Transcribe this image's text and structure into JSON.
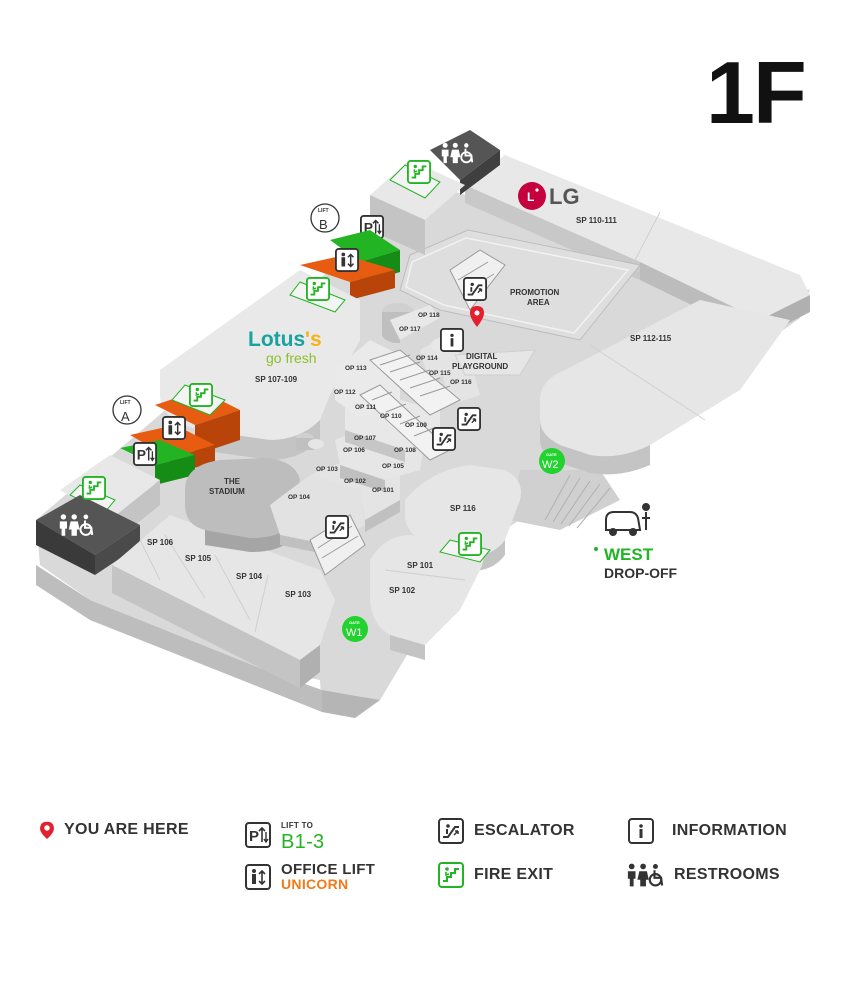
{
  "floor": "1F",
  "colors": {
    "shop_top": "#e6e6e6",
    "shop_side": "#c4c4c4",
    "corridor": "#cfcfcf",
    "dark_block": "#555555",
    "green": "#22b422",
    "orange": "#e85c12",
    "lotus_teal": "#17a3a0",
    "lotus_yellow": "#f5b21b",
    "lotus_green": "#8dbf2d",
    "lg_red": "#c5003e",
    "marker_red": "#e2202e"
  },
  "map": {
    "brands": {
      "lg": "LG",
      "lotus_main": "Lotus",
      "lotus_apos": "'s",
      "lotus_sub": "go fresh"
    },
    "shops": {
      "sp110_111": "SP 110-111",
      "sp112_115": "SP 112-115",
      "sp107_109": "SP 107-109",
      "sp116": "SP 116",
      "sp106": "SP 106",
      "sp105": "SP 105",
      "sp104": "SP 104",
      "sp103": "SP 103",
      "sp101": "SP 101",
      "sp102": "SP 102"
    },
    "op": {
      "op118": "OP 118",
      "op117": "OP 117",
      "op113": "OP 113",
      "op112": "OP 112",
      "op114": "OP 114",
      "op115": "OP 115",
      "op116": "OP 116",
      "op111": "OP 111",
      "op110": "OP 110",
      "op109": "OP 109",
      "op107": "OP 107",
      "op106": "OP 106",
      "op108": "OP 108",
      "op105": "OP 105",
      "op103": "OP 103",
      "op102": "OP 102",
      "op101": "OP 101",
      "op104": "OP 104"
    },
    "areas": {
      "promotion_1": "PROMOTION",
      "promotion_2": "AREA",
      "digital_1": "DIGITAL",
      "digital_2": "PLAYGROUND",
      "stadium_1": "THE",
      "stadium_2": "STADIUM"
    },
    "lifts": {
      "lift_word": "LIFT",
      "a": "A",
      "b": "B"
    },
    "gates": {
      "gate_word": "GATE",
      "w1": "W1",
      "w2": "W2"
    },
    "dropoff": {
      "west": "WEST",
      "dropoff": "DROP-OFF"
    }
  },
  "legend": {
    "you_are_here": "YOU ARE HERE",
    "lift_to": "LIFT TO",
    "lift_levels": "B1-3",
    "escalator": "ESCALATOR",
    "information": "INFORMATION",
    "office_lift": "OFFICE LIFT",
    "office_lift_sub": "UNICORN",
    "fire_exit": "FIRE EXIT",
    "restrooms": "RESTROOMS"
  }
}
